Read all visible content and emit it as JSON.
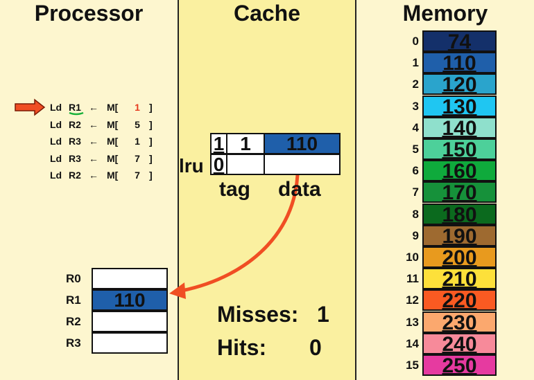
{
  "processor": {
    "title": "Processor",
    "instructions": [
      {
        "op": "Ld",
        "reg": "R1",
        "addr": "1"
      },
      {
        "op": "Ld",
        "reg": "R2",
        "addr": "5"
      },
      {
        "op": "Ld",
        "reg": "R3",
        "addr": "1"
      },
      {
        "op": "Ld",
        "reg": "R3",
        "addr": "7"
      },
      {
        "op": "Ld",
        "reg": "R2",
        "addr": "7"
      }
    ],
    "arrow_sym": "←",
    "mem_prefix": "M[",
    "mem_suffix": "]",
    "current_instruction": 0,
    "registers": [
      {
        "name": "R0",
        "value": ""
      },
      {
        "name": "R1",
        "value": "110"
      },
      {
        "name": "R2",
        "value": ""
      },
      {
        "name": "R3",
        "value": ""
      }
    ]
  },
  "cache": {
    "title": "Cache",
    "lru_label": "lru",
    "tag_label": "tag",
    "data_label": "data",
    "lines": [
      {
        "valid": "1",
        "tag": "1",
        "data": "110"
      },
      {
        "valid": "0",
        "tag": "",
        "data": ""
      }
    ],
    "misses_label": "Misses:",
    "misses": "1",
    "hits_label": "Hits:",
    "hits": "0"
  },
  "memory": {
    "title": "Memory",
    "cells": [
      {
        "addr": "0",
        "value": "74",
        "color": "#14306a"
      },
      {
        "addr": "1",
        "value": "110",
        "color": "#1f5faa"
      },
      {
        "addr": "2",
        "value": "120",
        "color": "#2aa4cc"
      },
      {
        "addr": "3",
        "value": "130",
        "color": "#1fc6f2"
      },
      {
        "addr": "4",
        "value": "140",
        "color": "#8fe0cc"
      },
      {
        "addr": "5",
        "value": "150",
        "color": "#4dd09a"
      },
      {
        "addr": "6",
        "value": "160",
        "color": "#0faa3c"
      },
      {
        "addr": "7",
        "value": "170",
        "color": "#16913a"
      },
      {
        "addr": "8",
        "value": "180",
        "color": "#0b6a1e"
      },
      {
        "addr": "9",
        "value": "190",
        "color": "#9e6a30"
      },
      {
        "addr": "10",
        "value": "200",
        "color": "#e89a1e"
      },
      {
        "addr": "11",
        "value": "210",
        "color": "#fde03a"
      },
      {
        "addr": "12",
        "value": "220",
        "color": "#fa5a22"
      },
      {
        "addr": "13",
        "value": "230",
        "color": "#fba86e"
      },
      {
        "addr": "14",
        "value": "240",
        "color": "#f78a9a"
      },
      {
        "addr": "15",
        "value": "250",
        "color": "#e63aa0"
      }
    ]
  },
  "colors": {
    "highlight": "#1f5faa",
    "accent": "#f04e23",
    "current_addr": "#e63a1e"
  }
}
